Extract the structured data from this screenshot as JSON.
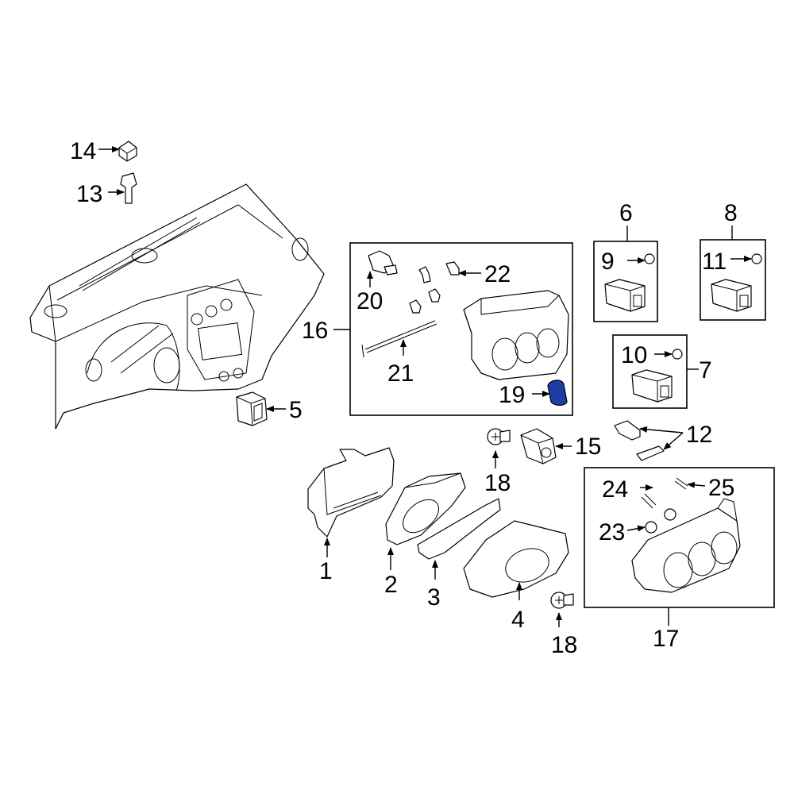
{
  "callouts": {
    "c1": "1",
    "c2": "2",
    "c3": "3",
    "c4": "4",
    "c5": "5",
    "c6": "6",
    "c7": "7",
    "c8": "8",
    "c9": "9",
    "c10": "10",
    "c11": "11",
    "c12": "12",
    "c13": "13",
    "c14": "14",
    "c15": "15",
    "c16": "16",
    "c17": "17",
    "c18a": "18",
    "c18b": "18",
    "c19": "19",
    "c20": "20",
    "c21": "21",
    "c22": "22",
    "c23": "23",
    "c24": "24",
    "c25": "25"
  },
  "highlight_color": "#1e3ea6",
  "line_color": "#000000",
  "background_color": "#ffffff"
}
